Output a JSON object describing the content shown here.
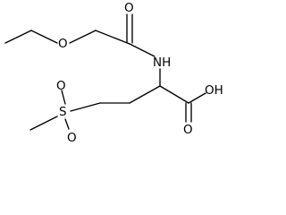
{
  "atoms": {
    "ester_oxygen": "O",
    "carbonyl_oxygen": "O",
    "amide_nitrogen": "NH",
    "sulfur": "S",
    "sulfonyl_oxygen_upper": "O",
    "sulfonyl_oxygen_lower": "O",
    "hydroxyl": "OH",
    "acid_carbonyl_oxygen": "O"
  },
  "colors": {
    "bond": "#000000",
    "label": "#000000",
    "background": "#ffffff"
  }
}
